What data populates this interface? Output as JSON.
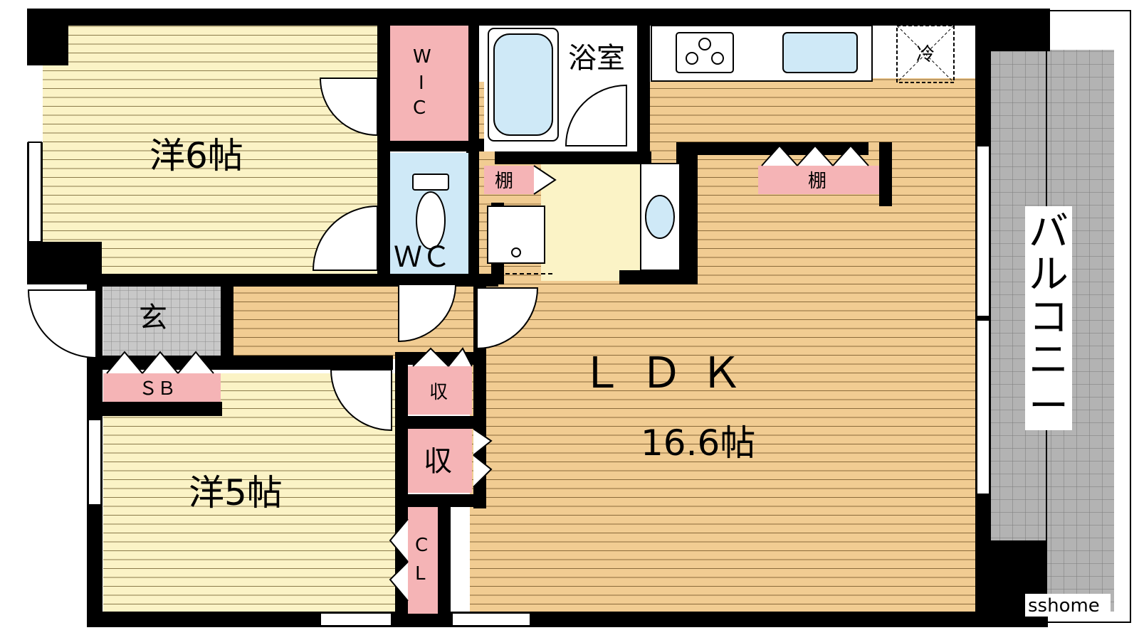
{
  "plan": {
    "rooms": {
      "western_6": "洋6帖",
      "western_5": "洋5帖",
      "ldk_name": "ＬＤＫ",
      "ldk_size": "16.6帖",
      "bath": "浴室",
      "wc": "ＷＣ",
      "genkan": "玄",
      "wic_letters": [
        "W",
        "I",
        "C"
      ],
      "cl_letters": [
        "C",
        "L"
      ],
      "shelf_left": "棚",
      "shelf_right": "棚",
      "storage_small": "収",
      "storage_big": "収",
      "shoebox": "ＳＢ",
      "fridge": "冷",
      "balcony_letters": [
        "バ",
        "ル",
        "コ",
        "ニ",
        "ー"
      ]
    },
    "watermark": "sshome"
  },
  "colors": {
    "western_floor": "#fbf3c6",
    "ldk_floor": "#f1cc92",
    "storage": "#f5b4b6",
    "bath": "#cfe9f7",
    "balcony": "#b3b3b3",
    "wall": "#000000"
  }
}
